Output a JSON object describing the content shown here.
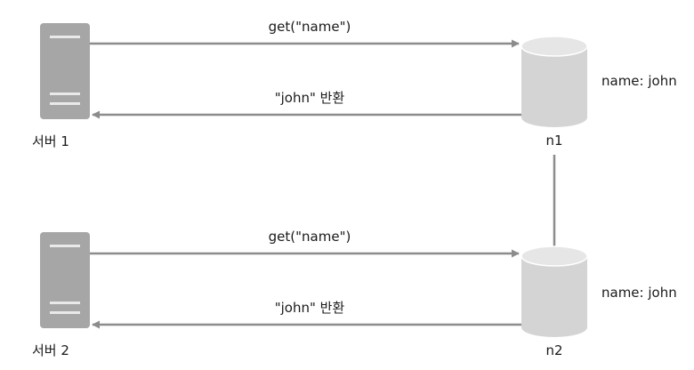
{
  "servers": [
    {
      "label": "서버 1"
    },
    {
      "label": "서버 2"
    }
  ],
  "nodes": [
    {
      "label": "n1",
      "data": "name: john"
    },
    {
      "label": "n2",
      "data": "name: john"
    }
  ],
  "flows": [
    {
      "request": "get(\"name\")",
      "response": "\"john\" 반환"
    },
    {
      "request": "get(\"name\")",
      "response": "\"john\" 반환"
    }
  ],
  "colors": {
    "arrow": "#8c8c8c",
    "server_body": "#a6a6a6",
    "server_slot": "#e9e9e9",
    "db_body": "#d4d4d4",
    "db_top": "#e6e6e6",
    "text": "#1a1a1a"
  }
}
